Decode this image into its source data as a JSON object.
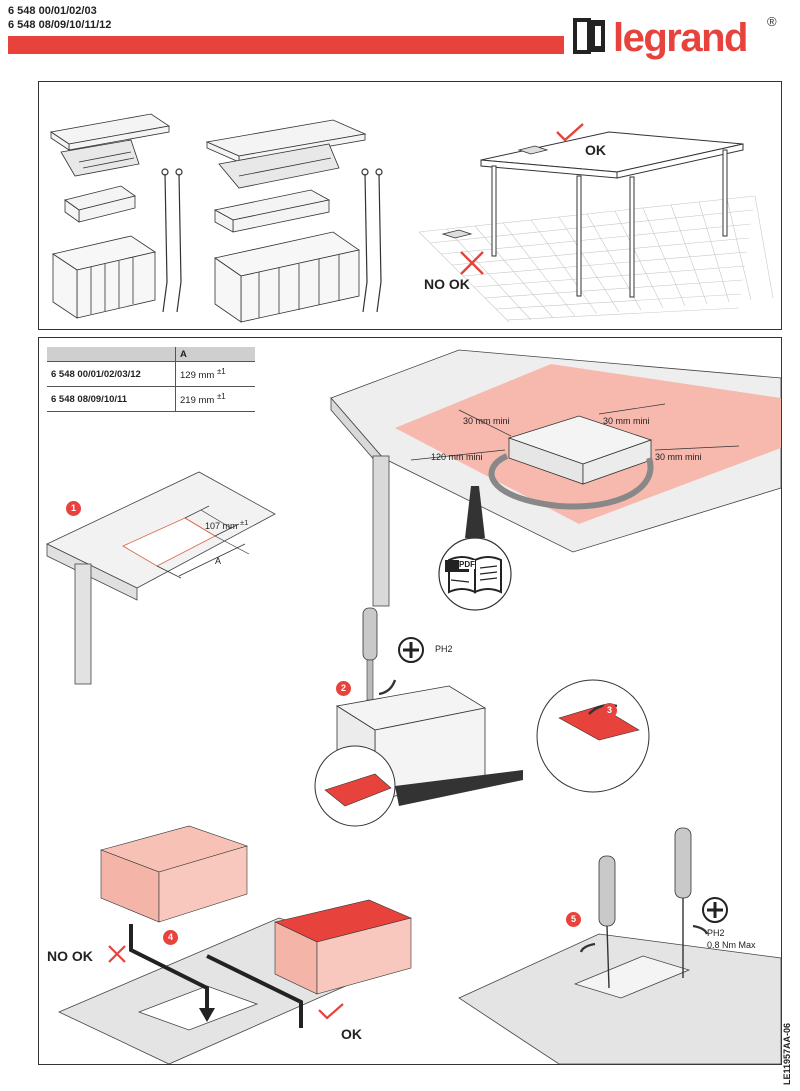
{
  "header": {
    "ref_line_1": "6 548 00/01/02/03",
    "ref_line_2": "6 548 08/09/10/11/12",
    "brand": "legrand",
    "registered": "®",
    "accent_color": "#e8423c"
  },
  "panel1": {
    "ok_label": "OK",
    "no_ok_label": "NO OK"
  },
  "panel2": {
    "table": {
      "col_header": "A",
      "rows": [
        {
          "ref": "6 548 00/01/02/03/12",
          "value": "129 mm",
          "tolerance": "±1"
        },
        {
          "ref": "6 548 08/09/10/11",
          "value": "219 mm",
          "tolerance": "±1"
        }
      ]
    },
    "clearances": {
      "back": "30 mm mini",
      "right_top": "30 mm mini",
      "left": "120 mm mini",
      "right": "30 mm mini"
    },
    "pdf_label": "PDF",
    "step1": {
      "num": "1",
      "dim_label": "107 mm",
      "dim_tolerance": "±1",
      "a_label": "A"
    },
    "step2": {
      "num": "2",
      "tool": "PH2"
    },
    "step3": {
      "num": "3"
    },
    "step4": {
      "num": "4",
      "no_ok_label": "NO OK",
      "ok_label": "OK"
    },
    "step5": {
      "num": "5",
      "tool": "PH2",
      "torque": "0.8 Nm Max"
    }
  },
  "doc_id": "LE11957AA-06",
  "icons": [
    "logo-mark-icon",
    "check-icon",
    "cross-icon",
    "pdf-manual-icon",
    "phillips-screw-icon",
    "rotate-arrow-icon",
    "screwdriver-icon"
  ]
}
